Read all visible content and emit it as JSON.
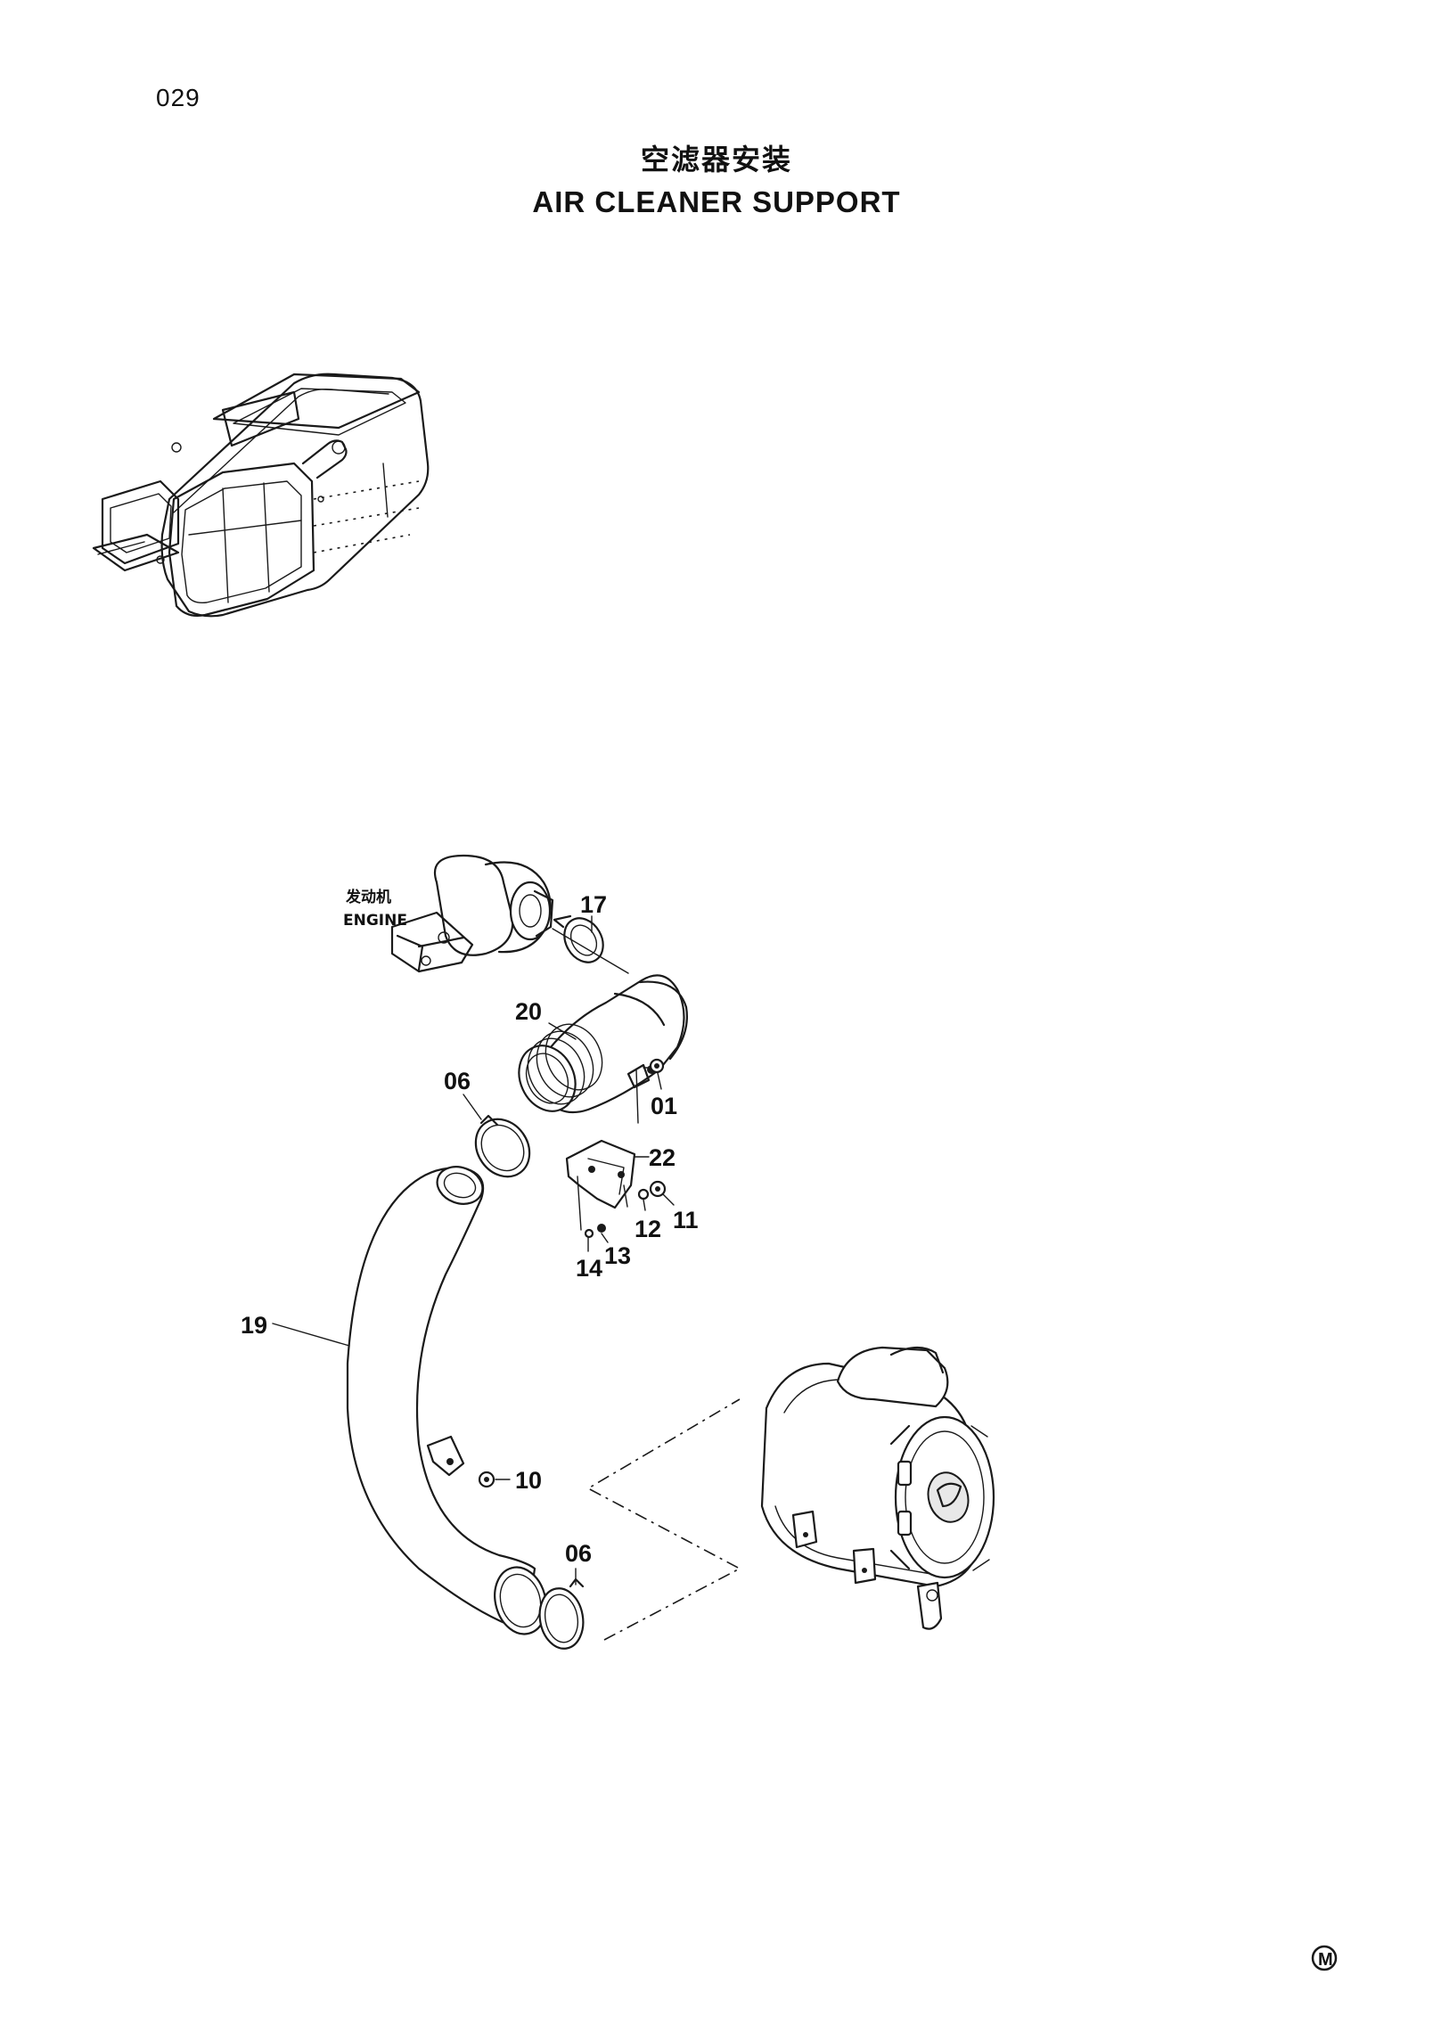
{
  "page": {
    "number": "029",
    "title_cn": "空滤器安装",
    "title_en": "AIR CLEANER SUPPORT"
  },
  "engine_label": {
    "cn": "发动机",
    "en": "ENGINE"
  },
  "callouts": {
    "c17": "17",
    "c20": "20",
    "c06a": "06",
    "c01": "01",
    "c22": "22",
    "c12": "12",
    "c11": "11",
    "c13": "13",
    "c14": "14",
    "c19": "19",
    "c10": "10",
    "c06b": "06"
  },
  "corner_mark": "M"
}
